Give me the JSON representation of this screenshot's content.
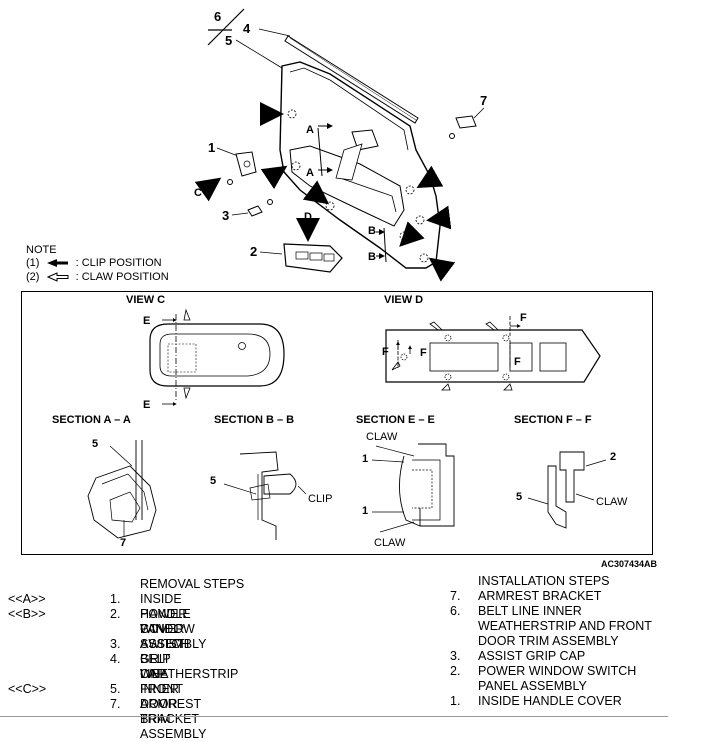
{
  "note": {
    "title": "NOTE",
    "items": [
      {
        "num": "(1)",
        "text": ": CLIP POSITION",
        "icon": "solid-arrow-icon"
      },
      {
        "num": "(2)",
        "text": ": CLAW POSITION",
        "icon": "outline-arrow-icon"
      }
    ]
  },
  "callouts": {
    "c6": "6",
    "c4": "4",
    "c5": "5",
    "c7": "7",
    "c1": "1",
    "c3": "3",
    "c2": "2",
    "view_c_arrow": "C",
    "view_d_arrow": "D",
    "a_upper": "A",
    "a_lower": "A",
    "b_upper": "B",
    "b_lower": "B"
  },
  "detail": {
    "view_c": "VIEW C",
    "view_d": "VIEW D",
    "e_top": "E",
    "e_bottom": "E",
    "f_labels": [
      "F",
      "F",
      "F",
      "F"
    ],
    "section_aa": "SECTION A – A",
    "section_bb": "SECTION B – B",
    "section_ee": "SECTION E – E",
    "section_ff": "SECTION F – F",
    "aa_5": "5",
    "aa_7": "7",
    "bb_5": "5",
    "bb_clip": "CLIP",
    "ee_claw_top": "CLAW",
    "ee_1_top": "1",
    "ee_1_bottom": "1",
    "ee_claw_bottom": "CLAW",
    "ff_2": "2",
    "ff_5": "5",
    "ff_claw": "CLAW"
  },
  "figure_code": "AC307434AB",
  "removal": {
    "title": "REMOVAL STEPS",
    "rows": [
      {
        "ref": "<<A>>",
        "num": "1.",
        "text": "INSIDE HANDLE COVER"
      },
      {
        "ref": "<<B>>",
        "num": "2.",
        "text": "POWER WINDOW SWITCH"
      },
      {
        "ref": "",
        "num": "",
        "text": "PANEL ASSEMBLY"
      },
      {
        "ref": "",
        "num": "3.",
        "text": "ASSIST GRIP CAP"
      },
      {
        "ref": "",
        "num": "4.",
        "text": "BELT LINE INNER"
      },
      {
        "ref": "",
        "num": "",
        "text": "WEATHERSTRIP"
      },
      {
        "ref": "<<C>>",
        "num": "5.",
        "text": "FRONT DOOR TRIM ASSEMBLY"
      },
      {
        "ref": "",
        "num": "7.",
        "text": "ARMREST BRACKET"
      }
    ]
  },
  "installation": {
    "title": "INSTALLATION STEPS",
    "rows": [
      {
        "num": "7.",
        "text": "ARMREST BRACKET"
      },
      {
        "num": "6.",
        "text": "BELT LINE INNER"
      },
      {
        "num": "",
        "text": "WEATHERSTRIP AND FRONT"
      },
      {
        "num": "",
        "text": "DOOR TRIM ASSEMBLY"
      },
      {
        "num": "3.",
        "text": "ASSIST GRIP CAP"
      },
      {
        "num": "2.",
        "text": "POWER WINDOW SWITCH"
      },
      {
        "num": "",
        "text": "PANEL ASSEMBLY"
      },
      {
        "num": "1.",
        "text": "INSIDE HANDLE COVER"
      }
    ]
  }
}
